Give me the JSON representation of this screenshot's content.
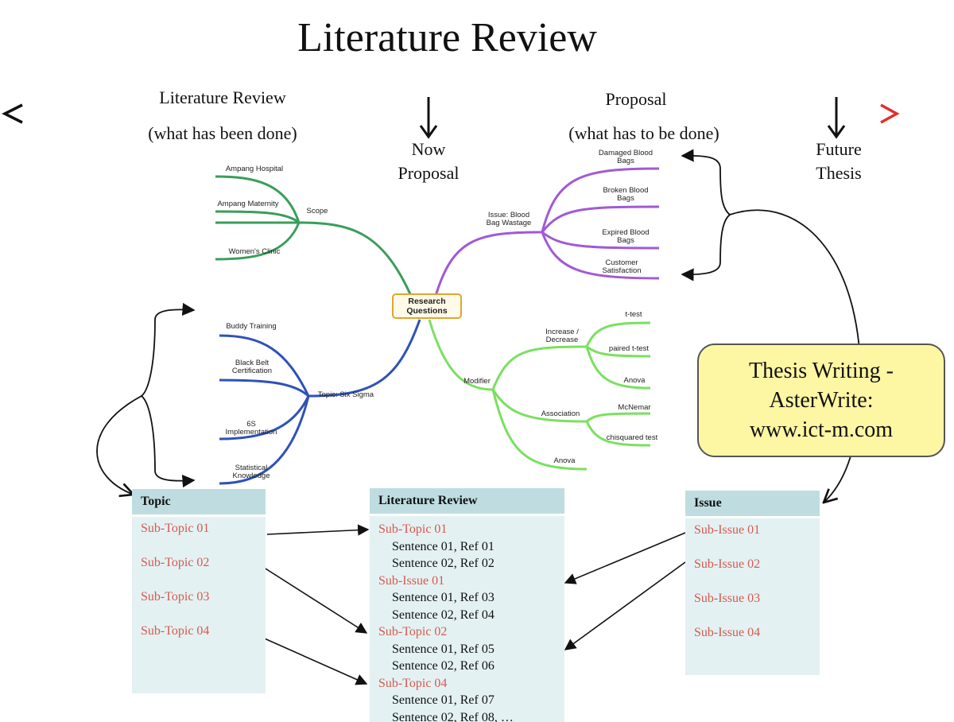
{
  "title": "Literature Review",
  "timeline": {
    "left_label": "Literature Review",
    "left_sub": "(what has been done)",
    "right_label": "Proposal",
    "right_sub": "(what has to be done)",
    "now_line1": "Now",
    "now_line2": "Proposal",
    "future_line1": "Future",
    "future_line2": "Thesis",
    "colors": {
      "start": "#111111",
      "end": "#e0302a"
    }
  },
  "mindmap": {
    "center": [
      "Research",
      "Questions"
    ],
    "scope": {
      "label": "Scope",
      "items": [
        "Ampang Hospital",
        "Ampang Maternity",
        "Women's Clinic"
      ]
    },
    "topic": {
      "label": "Topic: Six Sigma",
      "items": [
        [
          "Buddy Training"
        ],
        [
          "Black  Belt",
          "Certification"
        ],
        [
          "6S",
          "Implementation"
        ],
        [
          "Statistical",
          "Knowledge"
        ]
      ]
    },
    "issue": {
      "label": [
        "Issue:  Blood",
        "Bag Wastage"
      ],
      "items": [
        [
          "Damaged  Blood",
          "Bags"
        ],
        [
          "Broken  Blood",
          "Bags"
        ],
        [
          "Expired  Blood",
          "Bags"
        ],
        [
          "Customer",
          "Satisfaction"
        ]
      ]
    },
    "modifier": {
      "label": "Modifier",
      "increase": {
        "label": [
          "Increase  /",
          "Decrease"
        ],
        "items": [
          "t-test",
          "paired t-test",
          "Anova"
        ]
      },
      "association": {
        "label": "Association",
        "items": [
          "McNemar",
          "chisquared test"
        ]
      },
      "anova": "Anova"
    },
    "colors": {
      "scope": "#3a9e5a",
      "topic": "#2f52b8",
      "issue": "#a05ad6",
      "modifier": "#7ae060"
    }
  },
  "callout": {
    "lines": [
      "Thesis Writing -",
      "AsterWrite:",
      "www.ict-m.com"
    ]
  },
  "tables": {
    "topic": {
      "header": "Topic",
      "rows": [
        "Sub-Topic 01",
        "Sub-Topic 02",
        "Sub-Topic 03",
        "Sub-Topic 04"
      ]
    },
    "literature": {
      "header": "Literature Review",
      "rows": [
        {
          "text": "Sub-Topic 01",
          "kind": "heading"
        },
        {
          "text": "Sentence  01, Ref 01",
          "kind": "sentence"
        },
        {
          "text": "Sentence  02, Ref 02",
          "kind": "sentence"
        },
        {
          "text": "Sub-Issue 01",
          "kind": "heading"
        },
        {
          "text": "Sentence  01, Ref 03",
          "kind": "sentence"
        },
        {
          "text": "Sentence  02, Ref 04",
          "kind": "sentence"
        },
        {
          "text": "Sub-Topic 02",
          "kind": "heading"
        },
        {
          "text": "Sentence  01, Ref 05",
          "kind": "sentence"
        },
        {
          "text": "Sentence  02, Ref 06",
          "kind": "sentence"
        },
        {
          "text": "Sub-Topic 04",
          "kind": "heading"
        },
        {
          "text": "Sentence  01, Ref 07",
          "kind": "sentence"
        },
        {
          "text": "Sentence  02, Ref 08, …",
          "kind": "sentence"
        }
      ]
    },
    "issue": {
      "header": "Issue",
      "rows": [
        "Sub-Issue 01",
        "Sub-Issue 02",
        "Sub-Issue 03",
        "Sub-Issue 04"
      ]
    }
  }
}
